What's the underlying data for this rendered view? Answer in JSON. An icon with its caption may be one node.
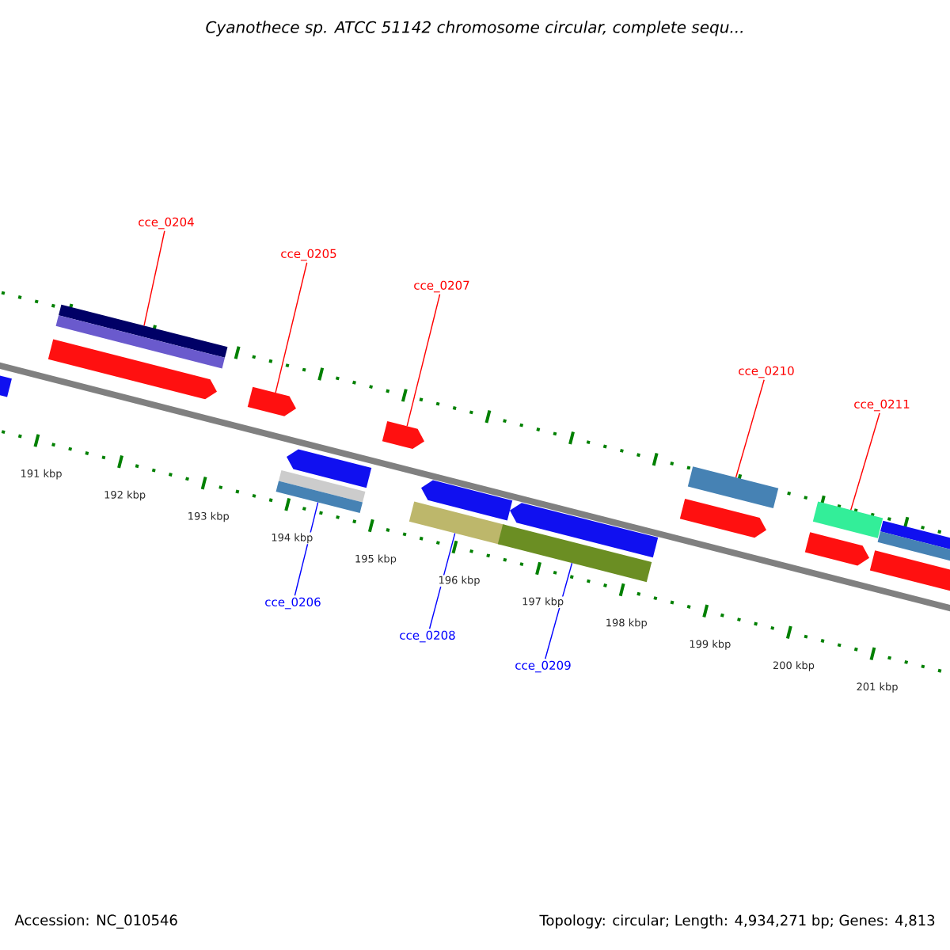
{
  "diagram": {
    "title": "Cyanothece sp. ATCC 51142 chromosome circular, complete sequ...",
    "nodes": [
      {
        "text": [
          "cce_0204"
        ]
      },
      {
        "text": [
          "cce_0205"
        ]
      },
      {
        "text": [
          "cce_0207"
        ]
      },
      {
        "text": [
          "cce_0210"
        ]
      },
      {
        "text": [
          "cce_0211"
        ]
      },
      {
        "text": [
          "cce_0206"
        ]
      },
      {
        "text": [
          "cce_0208"
        ]
      },
      {
        "text": [
          "cce_0209"
        ]
      },
      {
        "text": [],
        "shape": "bar"
      },
      {
        "text": [],
        "shape": "arrow"
      },
      {
        "text": [],
        "shape": "bar"
      },
      {
        "text": [],
        "shape": "arrow"
      },
      {
        "text": [],
        "shape": "bar"
      },
      {
        "text": [],
        "shape": "arrow"
      },
      {
        "text": [],
        "shape": "arrow"
      },
      {
        "text": [],
        "shape": "bar"
      },
      {
        "text": [],
        "shape": "arrow"
      },
      {
        "text": [],
        "shape": "bar"
      },
      {
        "text": [],
        "shape": "arrow"
      },
      {
        "text": [],
        "shape": "arrow"
      },
      {
        "text": [],
        "shape": "bar"
      },
      {
        "text": [],
        "shape": "arrow"
      },
      {
        "text": [],
        "shape": "bar"
      },
      {
        "text": [],
        "shape": "bar"
      },
      {
        "text": [],
        "shape": "bar"
      }
    ],
    "edges": [
      {
        "from": 0,
        "to": 10,
        "arrow": "none",
        "color": "#ff0000"
      },
      {
        "from": 1,
        "to": 11,
        "arrow": "none",
        "color": "#ff0000"
      },
      {
        "from": 2,
        "to": 14,
        "arrow": "none",
        "color": "#ff0000"
      },
      {
        "from": 3,
        "to": 20,
        "arrow": "none",
        "color": "#ff0000"
      },
      {
        "from": 4,
        "to": 22,
        "arrow": "none",
        "color": "#ff0000"
      },
      {
        "from": 5,
        "to": 12,
        "arrow": "none",
        "color": "#0000ff"
      },
      {
        "from": 6,
        "to": 15,
        "arrow": "none",
        "color": "#0000ff"
      },
      {
        "from": 7,
        "to": 17,
        "arrow": "none",
        "color": "#0000ff"
      }
    ],
    "labels": [
      "191 kbp",
      "192 kbp",
      "193 kbp",
      "194 kbp",
      "195 kbp",
      "196 kbp",
      "197 kbp",
      "198 kbp",
      "199 kbp",
      "200 kbp",
      "201 kbp",
      "Accession: NC_010546",
      "Topology: circular; Length: 4,934,271 bp; Genes: 4,813"
    ]
  }
}
